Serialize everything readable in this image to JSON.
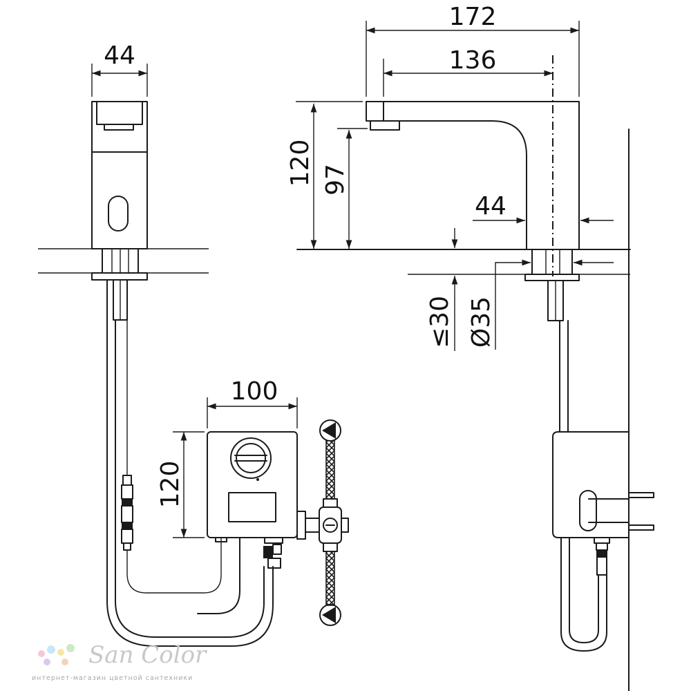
{
  "dimensions": {
    "front_width": "44",
    "overall_length": "172",
    "spout_reach": "136",
    "total_height": "120",
    "outlet_height": "97",
    "side_body_width": "44",
    "max_deck_thickness": "≤30",
    "hole_diameter": "Ø35",
    "box_width": "100",
    "box_height": "120"
  },
  "watermark": {
    "brand": "San Color",
    "tagline": "интернет-магазин цветной сантехники",
    "dot_colors": [
      "#f6c6d8",
      "#c9e6f6",
      "#f7e7a6",
      "#cde9c6",
      "#d9c9ef",
      "#f6d2b8"
    ]
  }
}
